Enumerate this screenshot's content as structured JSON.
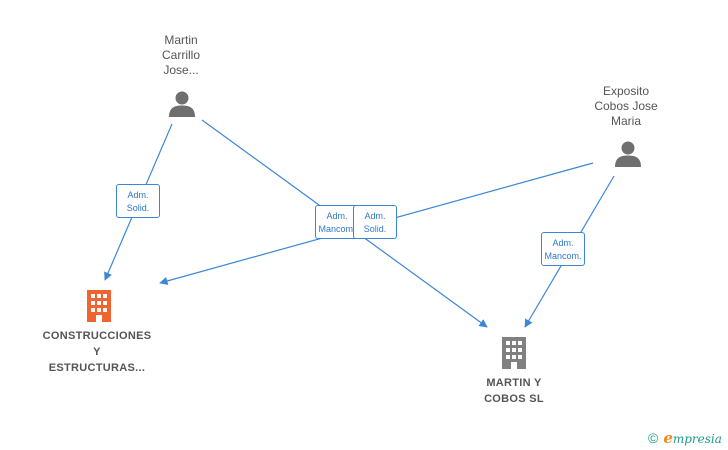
{
  "people": [
    {
      "id": "martin-carrillo",
      "name": "Martin\nCarrillo\nJose..."
    },
    {
      "id": "exposito-cobos",
      "name": "Exposito\nCobos Jose\nMaria"
    }
  ],
  "companies": [
    {
      "id": "construcciones",
      "name": "CONSTRUCCIONES\nY\nESTRUCTURAS...",
      "color": "#f0642f"
    },
    {
      "id": "martin-y-cobos",
      "name": "MARTIN Y\nCOBOS SL",
      "color": "#808080"
    }
  ],
  "relations": [
    {
      "from": "martin-carrillo",
      "to": "construcciones",
      "label": "Adm.\nSolid."
    },
    {
      "from": "martin-carrillo",
      "to": "martin-y-cobos",
      "label": "Adm.\nMancom."
    },
    {
      "from": "exposito-cobos",
      "to": "construcciones",
      "label": "Adm.\nSolid."
    },
    {
      "from": "exposito-cobos",
      "to": "martin-y-cobos",
      "label": "Adm.\nMancom."
    }
  ],
  "colors": {
    "edge": "#3d86d6",
    "person_icon": "#6f6f6f",
    "brand": "#1e9b8a",
    "brand_accent": "#f08a1c"
  },
  "footer": {
    "copyright_symbol": "©",
    "brand_initial": "e",
    "brand_rest": "mpresia"
  }
}
